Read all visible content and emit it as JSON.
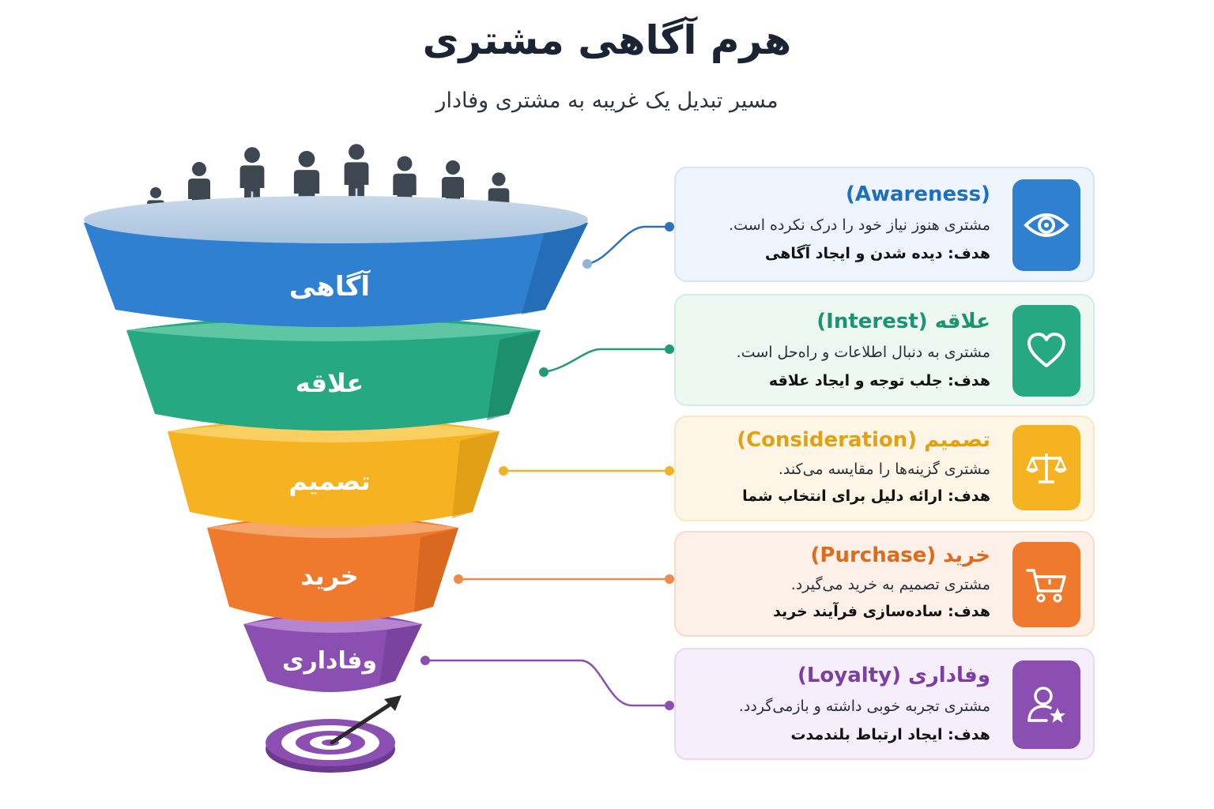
{
  "title": "هرم آگاهی مشتری",
  "subtitle": "مسیر تبدیل یک غریبه به مشتری وفادار",
  "stages": [
    {
      "label": "آگاهی",
      "title": "(Awareness)",
      "desc": "مشتری هنوز نیاز خود را درک نکرده است.",
      "goal": "هدف: دیده شدن و ایجاد آگاهی",
      "color": "#2f80d1",
      "icon": "eye-icon"
    },
    {
      "label": "علاقه",
      "title": "علاقه (Interest)",
      "desc": "مشتری به دنبال اطلاعات و راه‌حل است.",
      "goal": "هدف: جلب توجه و ایجاد علاقه",
      "color": "#26a882",
      "icon": "heart-icon"
    },
    {
      "label": "تصمیم",
      "title": "تصمیم (Consideration)",
      "desc": "مشتری گزینه‌ها را مقایسه می‌کند.",
      "goal": "هدف: ارائه دلیل برای انتخاب شما",
      "color": "#f5b322",
      "icon": "scale-icon"
    },
    {
      "label": "خرید",
      "title": "خرید (Purchase)",
      "desc": "مشتری تصمیم به خرید می‌گیرد.",
      "goal": "هدف: ساده‌سازی فرآیند خرید",
      "color": "#ef7a2e",
      "icon": "cart-icon"
    },
    {
      "label": "وفاداری",
      "title": "وفاداری (Loyalty)",
      "desc": "مشتری تجربه خوبی داشته و بازمی‌گردد.",
      "goal": "هدف: ایجاد ارتباط بلندمدت",
      "color": "#8a4fb0",
      "icon": "user-star-icon"
    }
  ]
}
